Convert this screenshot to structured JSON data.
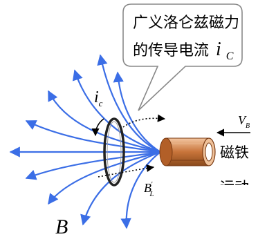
{
  "callout": {
    "line1": "广义洛仑兹磁力",
    "line2_prefix": "的传导电流",
    "line2_var": "i",
    "line2_sub": "C"
  },
  "labels": {
    "ic_main": "i",
    "ic_sub": "c",
    "bl_main": "B",
    "bl_sub": "L",
    "bl_prime": "'",
    "b_field": "B",
    "vb_main": "V",
    "vb_sub": "B",
    "magnet_line1": "磁铁",
    "magnet_line2": "运动"
  },
  "colors": {
    "field_lines": "#3b6ee6",
    "loop": "#222222",
    "magnet": "#c8743a",
    "text": "#000000"
  }
}
